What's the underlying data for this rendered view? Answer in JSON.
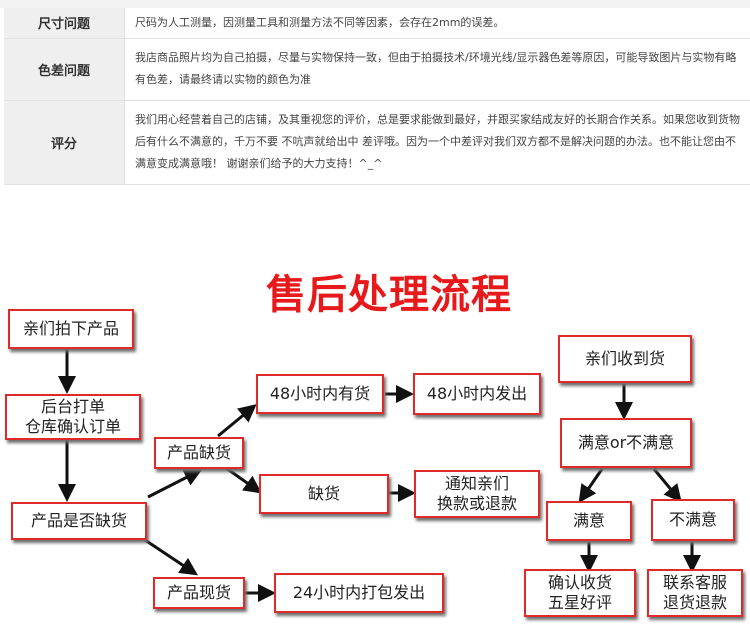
{
  "info_table": [
    {
      "label": "尺寸问题",
      "text": "尺码为人工测量，因测量工具和测量方法不同等因素，会存在2mm的误差。"
    },
    {
      "label": "色差问题",
      "text": "我店商品照片均为自己拍摄，尽量与实物保持一致，但由于拍摄技术/环境光线/显示器色差等原因，可能导致图片与实物有略有色差，请最终请以实物的颜色为准"
    },
    {
      "label": "评分",
      "text": "我们用心经营着自己的店铺，及其重视您的评价，总是要求能做到最好，并跟买家结成友好的长期合作关系。如果您收到货物后有什么不满意的，千万不要 不吭声就给出中 差评哦。因为一个中差评对我们双方都不是解决问题的办法。也不能让您由不满意变成满意哦！ 谢谢亲们给予的大力支持！^_^"
    }
  ],
  "flow_title": "售后处理流程",
  "flow": {
    "left": {
      "step_order": "亲们拍下产品",
      "step_backend": "后台打单\n仓库确认订单",
      "step_check_stock": "产品是否缺货",
      "step_out_of_stock": "产品缺货",
      "step_in_stock": "产品现货",
      "step_48h_have": "48小时内有货",
      "step_48h_ship": "48小时内发出",
      "step_lacking": "缺货",
      "step_notify": "通知亲们\n换款或退款",
      "step_24h_ship": "24小时内打包发出"
    },
    "right": {
      "step_received": "亲们收到货",
      "step_satisfied_q": "满意or不满意",
      "step_satisfied": "满意",
      "step_unsatisfied": "不满意",
      "step_confirm": "确认收货\n五星好评",
      "step_contact": "联系客服\n退货退款"
    }
  }
}
